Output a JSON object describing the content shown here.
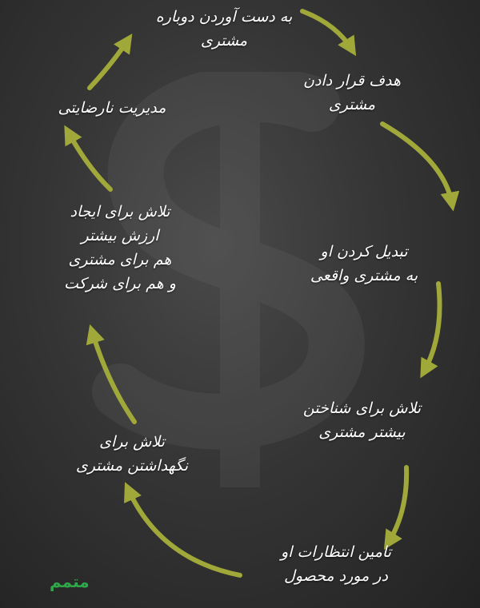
{
  "diagram": {
    "arrow_color": "#a0a83a",
    "text_color": "#ffffff",
    "steps": [
      {
        "lines": [
          "به دست آوردن دوباره",
          "مشتری"
        ]
      },
      {
        "lines": [
          "هدف قرار دادن",
          "مشتری"
        ]
      },
      {
        "lines": [
          "تبدیل کردن او",
          "به مشتری واقعی"
        ]
      },
      {
        "lines": [
          "تلاش برای شناختن",
          "بیشتر مشتری"
        ]
      },
      {
        "lines": [
          "تامین انتظارات او",
          "در مورد محصول"
        ]
      },
      {
        "lines": [
          "تلاش برای",
          "نگهداشتن مشتری"
        ]
      },
      {
        "lines": [
          "تلاش برای ایجاد",
          "ارزش بیشتر",
          "هم برای مشتری",
          "و هم برای شرکت"
        ]
      },
      {
        "lines": [
          "مدیریت نارضایتی"
        ]
      }
    ]
  },
  "logo": {
    "text": "متمم",
    "color": "#2fa84a"
  }
}
